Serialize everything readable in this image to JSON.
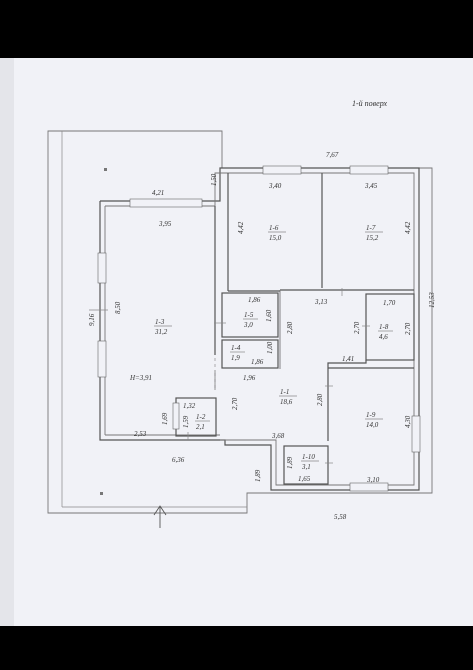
{
  "floor_title": "1-й поверх",
  "rooms": [
    {
      "id": "1-1",
      "area": "18,6"
    },
    {
      "id": "1-2",
      "area": "2,1"
    },
    {
      "id": "1-3",
      "area": "31,2",
      "height": "H=3,91"
    },
    {
      "id": "1-4",
      "area": "1,9"
    },
    {
      "id": "1-5",
      "area": "3,0"
    },
    {
      "id": "1-6",
      "area": "15,0"
    },
    {
      "id": "1-7",
      "area": "15,2"
    },
    {
      "id": "1-8",
      "area": "4,6"
    },
    {
      "id": "1-9",
      "area": "14,0"
    },
    {
      "id": "1-10",
      "area": "3,1"
    }
  ],
  "dimensions": {
    "top_total": "7,67",
    "porch_width": "4,21",
    "porch_depth": "1,50",
    "room6_width": "3,40",
    "room7_width": "3,45",
    "room6_depth": "4,42",
    "room7_depth": "4,42",
    "room3_width": "3,95",
    "side_total_left": "9,16",
    "room3_depth": "8,50",
    "room5_width": "1,86",
    "room5_depth": "1,60",
    "corridor_width": "3,13",
    "room8_width": "1,70",
    "side_total_right": "12,53",
    "room1_upper_depth": "2,80",
    "room1_mid": "2,70",
    "room8_depth": "2,70",
    "room4_depth": "1,00",
    "room4_width": "1,86",
    "room9_step": "1,41",
    "room1_notch": "1,96",
    "room1_left": "2,70",
    "room1_right": "2,80",
    "room9_depth": "4,30",
    "room2_width": "1,32",
    "room2_depth": "1,59",
    "room3_step": "1,69",
    "room3_bottom": "2,53",
    "room1_bottom": "3,68",
    "room10_depth": "1,89",
    "room10_width": "1,65",
    "room9_width": "3,10",
    "bottom_porch": "6,36",
    "bottom_porch_depth": "1,89",
    "bottom_total": "5,58"
  }
}
